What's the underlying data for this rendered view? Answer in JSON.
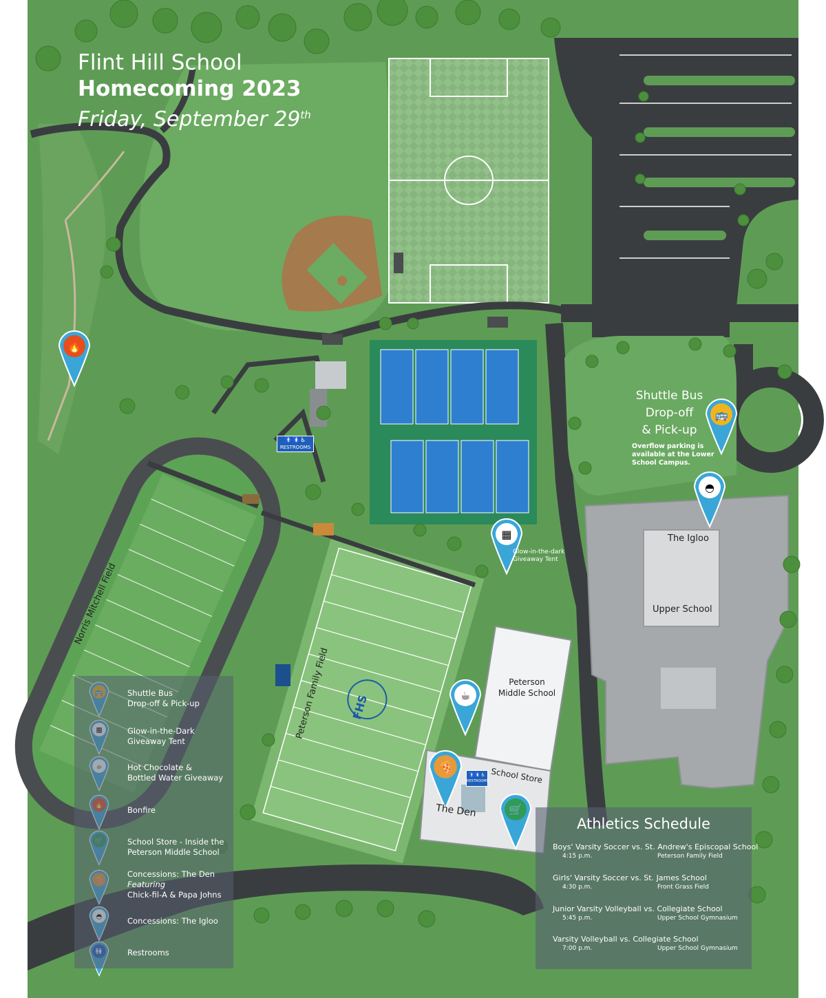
{
  "title": {
    "line1": "Flint Hill School",
    "line2": "Homecoming 2023",
    "line3_main": "Friday, September 29",
    "line3_sup": "th"
  },
  "map_labels": {
    "shuttle": [
      "Shuttle Bus",
      "Drop-off",
      "& Pick-up"
    ],
    "overflow": [
      "Overflow parking is",
      "available at the Lower",
      "School Campus."
    ],
    "igloo": "The Igloo",
    "upper_school": "Upper School",
    "peterson_ms": [
      "Peterson",
      "Middle School"
    ],
    "school_store": "School Store",
    "the_den": "The Den",
    "glow_tent": [
      "Glow-in-the-dark",
      "Giveaway Tent"
    ],
    "norris_field": "Norris Mitchell Field",
    "peterson_field": "Peterson Family Field",
    "fhs": "FHS",
    "restrooms": "RESTROOMS"
  },
  "legend": {
    "items": [
      {
        "icon": "shuttle-bus-icon",
        "lines": [
          "Shuttle Bus",
          "Drop-off & Pick-up"
        ]
      },
      {
        "icon": "glow-tent-icon",
        "lines": [
          "Glow-in-the-Dark",
          "Giveaway Tent"
        ]
      },
      {
        "icon": "hot-chocolate-icon",
        "lines": [
          "Hot Chocolate &",
          "Bottled Water Giveaway"
        ]
      },
      {
        "icon": "bonfire-icon",
        "lines": [
          "Bonfire"
        ]
      },
      {
        "icon": "shopping-cart-icon",
        "lines": [
          "School Store - Inside the",
          "Peterson Middle School"
        ]
      },
      {
        "icon": "food-icon",
        "lines": [
          "Concessions: The Den",
          "Featuring",
          "Chick-fil-A & Papa Johns"
        ]
      },
      {
        "icon": "igloo-icon",
        "lines": [
          "Concessions: The Igloo"
        ]
      },
      {
        "icon": "restrooms-icon",
        "lines": [
          "Restrooms"
        ]
      }
    ]
  },
  "schedule": {
    "title": "Athletics Schedule",
    "events": [
      {
        "name": "Boys' Varsity Soccer vs. St. Andrew's Episcopal School",
        "time": "4:15 p.m.",
        "location": "Peterson Family Field"
      },
      {
        "name": "Girls' Varsity Soccer vs. St. James School",
        "time": "4:30 p.m.",
        "location": "Front Grass Field"
      },
      {
        "name": "Junior Varsity Volleyball vs. Collegiate School",
        "time": "5:45 p.m.",
        "location": "Upper School Gymnasium"
      },
      {
        "name": "Varsity Volleyball vs. Collegiate School",
        "time": "7:00 p.m.",
        "location": "Upper School Gymnasium"
      }
    ]
  },
  "colors": {
    "grass": "#5e9c55",
    "grass_light": "#6fae63",
    "field": "#7db96f",
    "road": "#3a3d40",
    "tennis": "#2f7fd0",
    "pin": "#3aa6d8",
    "building": "#a6a9ac"
  }
}
